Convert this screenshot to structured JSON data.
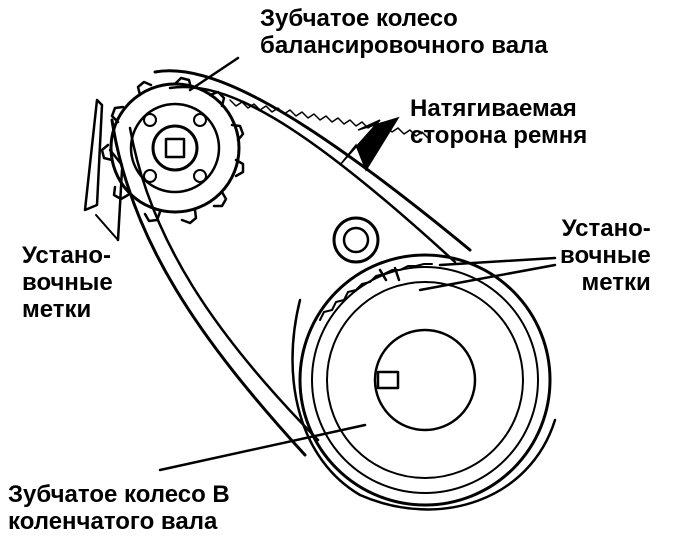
{
  "labels": {
    "balance_shaft_sprocket": [
      "Зубчатое колесо",
      "балансировочного вала"
    ],
    "belt_tension_side": [
      "Натягиваемая",
      "сторона ремня"
    ],
    "timing_marks_left": [
      "Устано-",
      "вочные",
      "метки"
    ],
    "timing_marks_right": [
      "Устано-",
      "вочные",
      "метки"
    ],
    "crankshaft_sprocket": [
      "Зубчатое колесо B",
      "коленчатого вала"
    ]
  },
  "colors": {
    "ink": "#000000",
    "paper": "#ffffff"
  }
}
